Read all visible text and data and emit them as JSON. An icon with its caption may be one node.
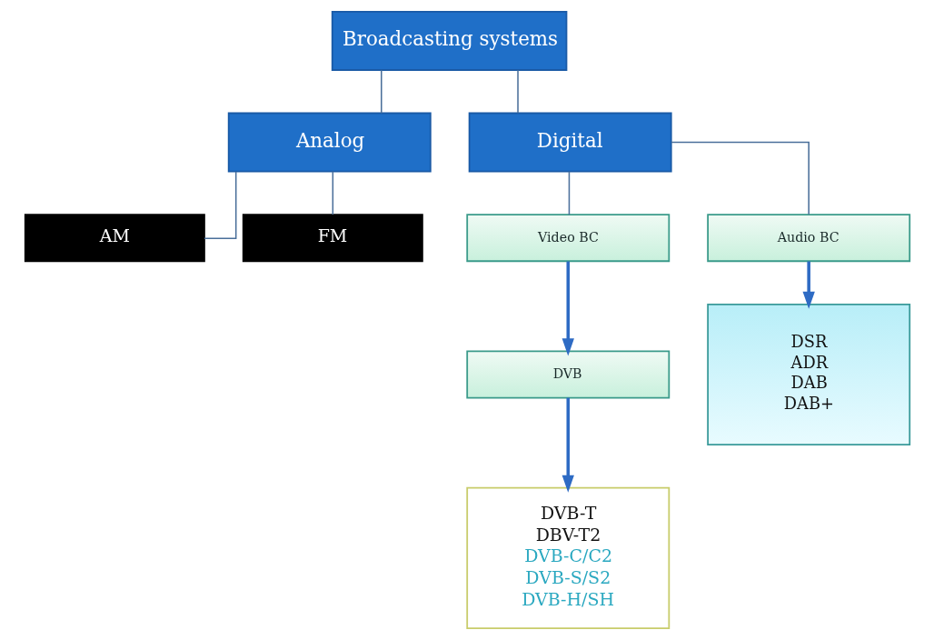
{
  "diagram": {
    "nodes": [
      {
        "text": [
          "Broadcasting systems"
        ]
      },
      {
        "text": [
          "Analog"
        ]
      },
      {
        "text": [
          "Digital"
        ]
      },
      {
        "text": [
          "AM"
        ]
      },
      {
        "text": [
          "FM"
        ]
      },
      {
        "text": [
          "Video BC"
        ]
      },
      {
        "text": [
          "Audio BC"
        ]
      },
      {
        "text": [
          "DVB"
        ]
      },
      {
        "text": [
          "DVB-T",
          "DBV-T2",
          "DVB-C/C2",
          "DVB-S/S2",
          "DVB-H/SH"
        ]
      },
      {
        "text": [
          "DSR",
          "ADR",
          "DAB",
          "DAB+"
        ]
      }
    ],
    "edges": [
      {
        "from": 0,
        "to": 1,
        "arrow": "none"
      },
      {
        "from": 0,
        "to": 2,
        "arrow": "none"
      },
      {
        "from": 1,
        "to": 3,
        "arrow": "none"
      },
      {
        "from": 1,
        "to": 4,
        "arrow": "none"
      },
      {
        "from": 2,
        "to": 5,
        "arrow": "none"
      },
      {
        "from": 2,
        "to": 6,
        "arrow": "none"
      },
      {
        "from": 5,
        "to": 7,
        "arrow": "to",
        "style": "thick",
        "color": "#2e6bc4"
      },
      {
        "from": 7,
        "to": 8,
        "arrow": "to",
        "style": "thick",
        "color": "#2e6bc4"
      },
      {
        "from": 6,
        "to": 9,
        "arrow": "to",
        "style": "thick",
        "color": "#2e6bc4"
      }
    ]
  }
}
